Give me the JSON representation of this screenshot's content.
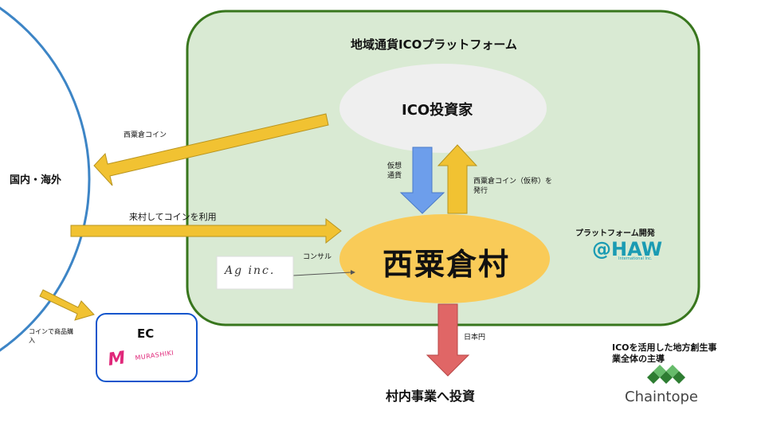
{
  "platform": {
    "title": "地域通貨ICOプラットフォーム"
  },
  "investor": {
    "label": "ICO投資家"
  },
  "village": {
    "label": "西粟倉村"
  },
  "region": {
    "label": "国内・海外"
  },
  "flows": {
    "coin_out": "西粟倉コイン",
    "visit": "来村してコインを利用",
    "virtual_currency_1": "仮想",
    "virtual_currency_2": "通貨",
    "issue_1": "西粟倉コイン（仮称）を",
    "issue_2": "発行",
    "consult": "コンサル",
    "purchase_1": "コインで商品購",
    "purchase_2": "入",
    "yen": "日本円",
    "invest_target": "村内事業へ投資"
  },
  "ec": {
    "title": "EC",
    "logo_mark": "M",
    "logo_text": "MURASHIKI"
  },
  "haw": {
    "caption": "プラットフォーム開発",
    "logo_main": "@HAW",
    "logo_sub": "International Inc."
  },
  "chaintope": {
    "caption_1": "ICOを活用した地方創生事",
    "caption_2": "業全体の主導",
    "logo_text": "Chaintope"
  },
  "ag_logo": {
    "text": "Ag inc."
  },
  "colors": {
    "platform_fill": "#d9ead3",
    "platform_border": "#38761d",
    "arrow_yellow": "#f1c232",
    "arrow_blue": "#6d9eeb",
    "arrow_red": "#e06666",
    "village_fill": "#f9cb58",
    "investor_fill": "#efefef",
    "circle_stroke": "#3d85c6",
    "ec_border": "#1155cc",
    "murashiki_pink": "#e0287a",
    "haw_teal": "#1a9bb3",
    "chaintope_green": "#2e7d32"
  }
}
